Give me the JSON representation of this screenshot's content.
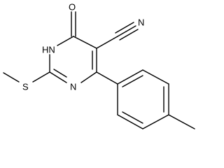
{
  "molecule": {
    "atoms": {
      "o": "O",
      "nh": "HN",
      "n": "N",
      "s": "S",
      "nitrile_n": "N"
    },
    "colors": {
      "bond": "#000000",
      "label": "#000000",
      "background": "#ffffff"
    }
  }
}
